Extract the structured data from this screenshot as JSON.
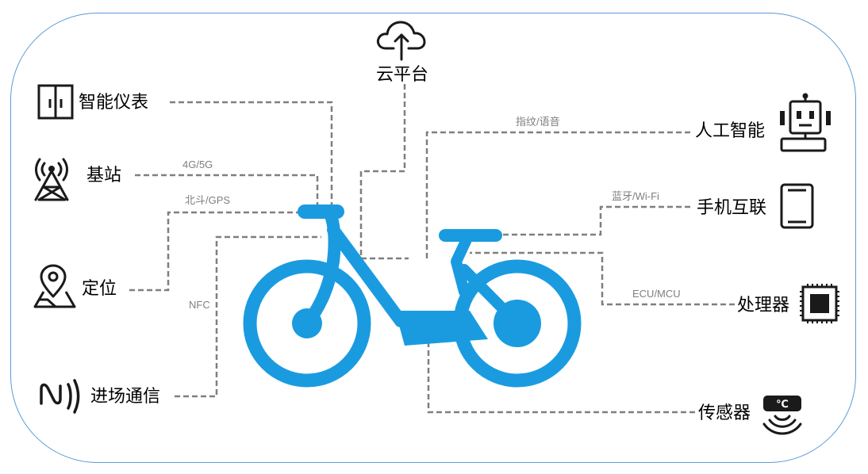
{
  "nodes": {
    "cloud": {
      "label": "云平台",
      "icon": "cloud-upload-icon"
    },
    "dashboard": {
      "label": "智能仪表",
      "icon": "dashboard-panel-icon"
    },
    "base_station": {
      "label": "基站",
      "icon": "cell-tower-icon"
    },
    "positioning": {
      "label": "定位",
      "icon": "map-pin-icon"
    },
    "access": {
      "label": "进场通信",
      "icon": "nfc-icon"
    },
    "ai": {
      "label": "人工智能",
      "icon": "robot-icon"
    },
    "phone": {
      "label": "手机互联",
      "icon": "tablet-icon"
    },
    "processor": {
      "label": "处理器",
      "icon": "cpu-chip-icon"
    },
    "sensor": {
      "label": "传感器",
      "icon": "temperature-sensor-icon"
    }
  },
  "edges": {
    "network": "4G/5G",
    "gnss": "北斗/GPS",
    "nfc": "NFC",
    "biometric": "指纹/语音",
    "wireless": "蓝牙/Wi-Fi",
    "controller": "ECU/MCU"
  },
  "sensor_icon_text": "℃",
  "colors": {
    "bike": "#1a9be0",
    "frame_border": "#5b9bd5",
    "connector": "#7f7f7f",
    "icon": "#1a1a1a",
    "edge_text": "#7f7f7f"
  }
}
